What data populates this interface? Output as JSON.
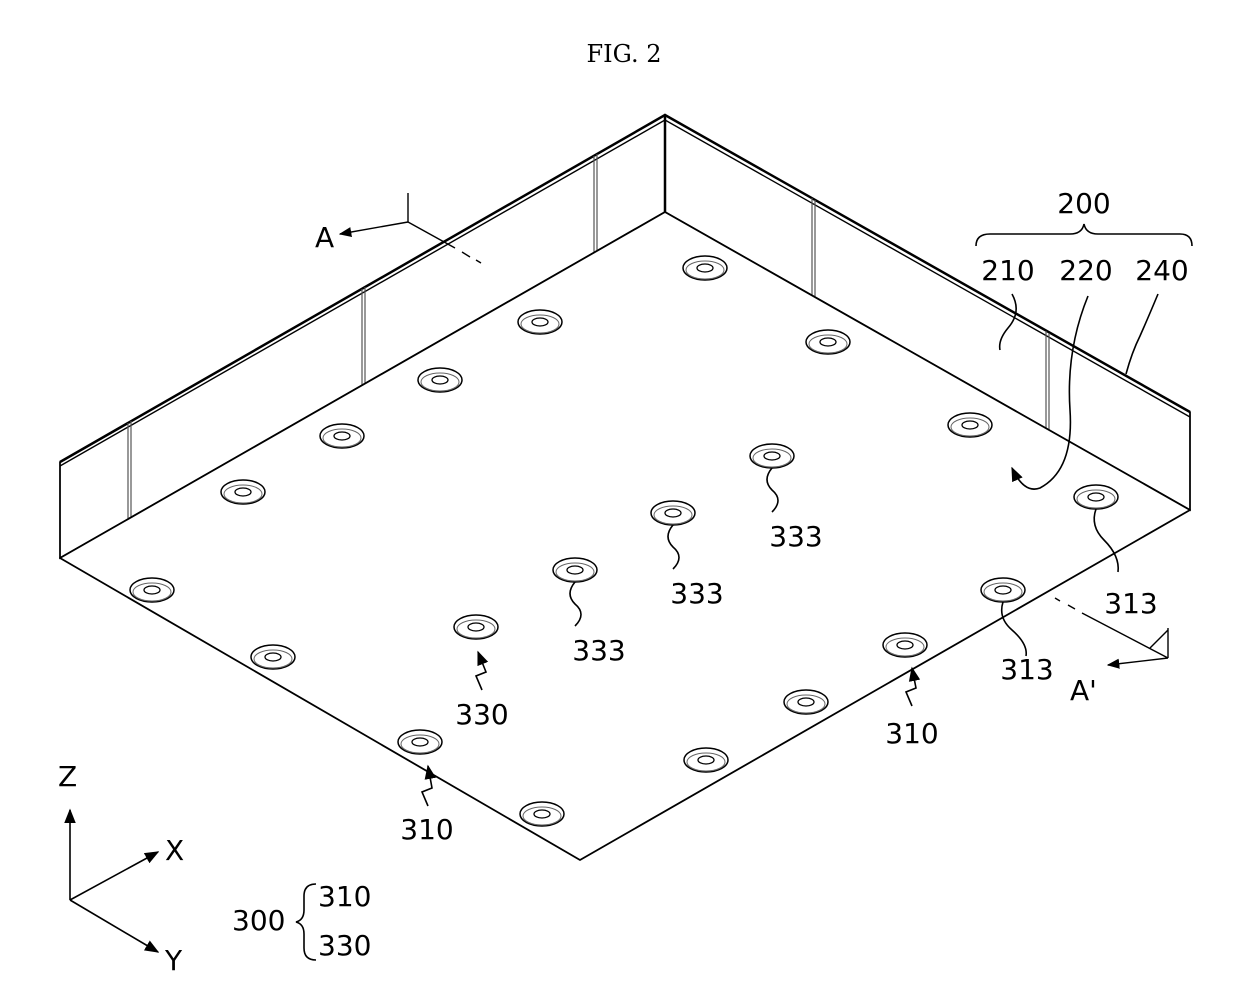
{
  "figure": {
    "title": "FIG. 2"
  },
  "section": {
    "a_label": "A",
    "a_prime_label": "A'"
  },
  "refs": {
    "r200": "200",
    "r210": "210",
    "r220": "220",
    "r240": "240",
    "r300": "300",
    "r310": "310",
    "r330": "330",
    "r313": "313",
    "r333": "333"
  },
  "axes": {
    "z": "Z",
    "x": "X",
    "y": "Y"
  }
}
